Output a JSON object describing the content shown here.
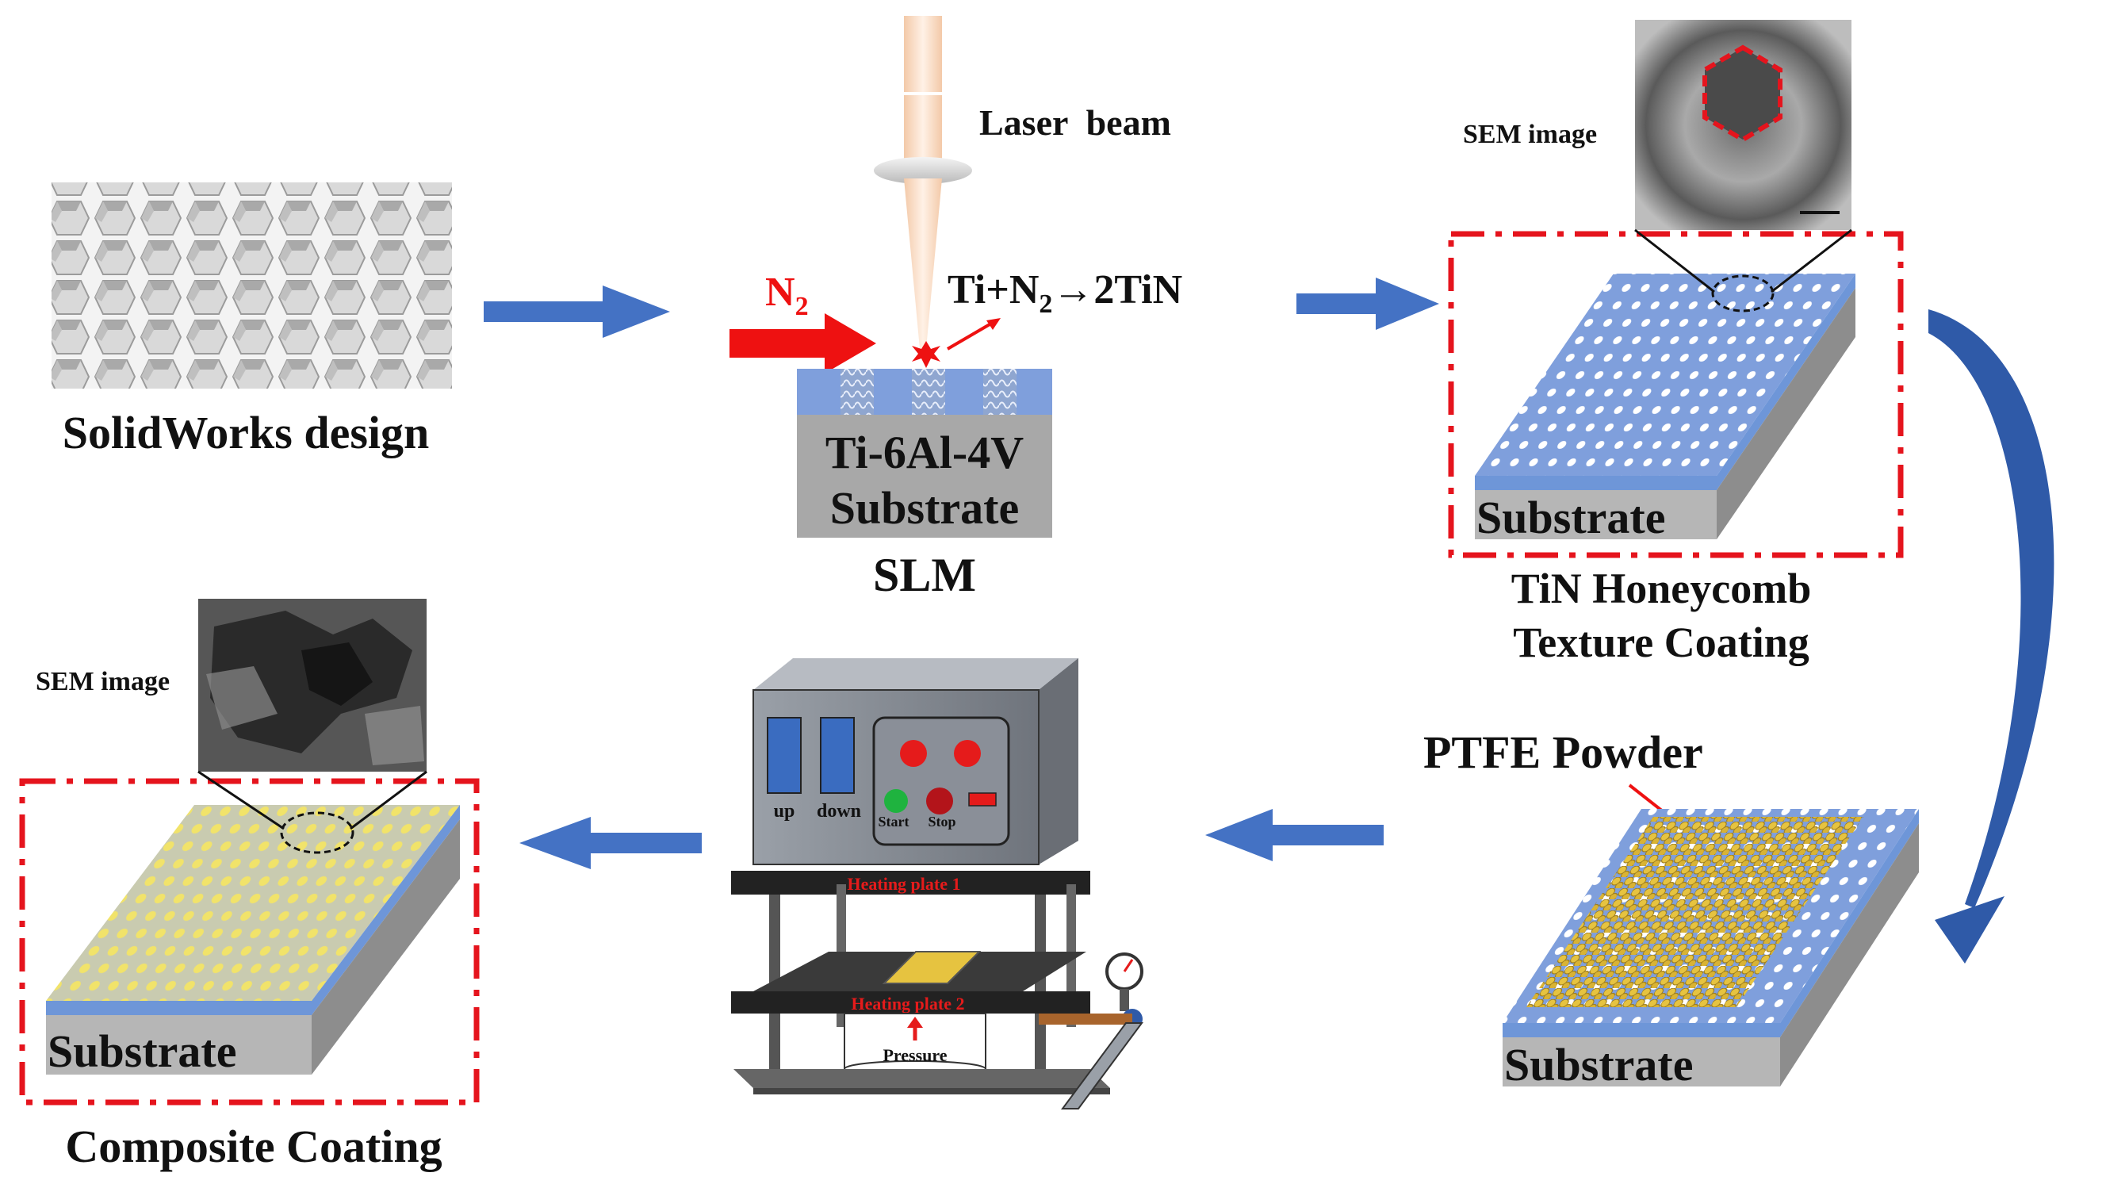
{
  "labels": {
    "solidworks": "SolidWorks design",
    "laser_beam": "Laser  beam",
    "n2_main": "N",
    "n2_sub": "2",
    "reaction_pre": "Ti+N",
    "reaction_sub": "2",
    "reaction_post": "→2TiN",
    "ti_alloy": "Ti-6Al-4V",
    "substrate": "Substrate",
    "slm": "SLM",
    "sem_image": "SEM image",
    "tin_line1": "TiN Honeycomb",
    "tin_line2": "Texture Coating",
    "ptfe_powder": "PTFE Powder",
    "composite": "Composite Coating",
    "press_up": "up",
    "press_down": "down",
    "press_start": "Start",
    "press_stop": "Stop",
    "heating_plate_1": "Heating plate 1",
    "heating_plate_2": "Heating plate 2",
    "pressure": "Pressure"
  },
  "colors": {
    "flow_arrow": "#4472c4",
    "curved_arrow": "#2f5aa8",
    "n2_arrow": "#ee1111",
    "highlight_box": "#e5141d",
    "substrate_top": "#7f9fdc",
    "coating_strip": "#6e96d8",
    "powder": "#e8c843",
    "composite_dot": "#f1e36a",
    "press_body": "#8a8f98"
  }
}
